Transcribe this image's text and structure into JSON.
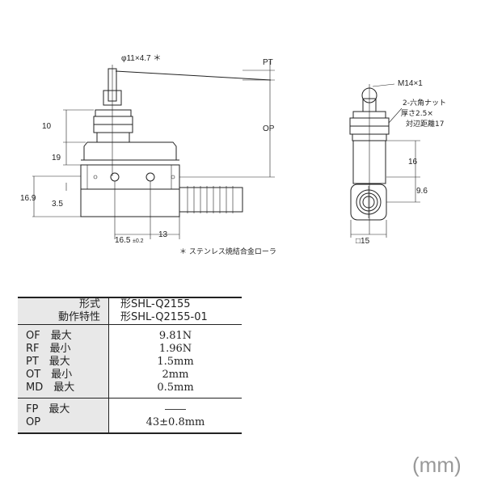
{
  "front_view": {
    "roller_dim": "φ11×4.7 ＊",
    "pt": "PT",
    "op": "OP",
    "dim_10": "10",
    "dim_19": "19",
    "dim_16_9": "16.9",
    "dim_3_5": "3.5",
    "dim_16_5": "16.5",
    "dim_16_5_tol": "±0.2",
    "dim_13": "13"
  },
  "side_view": {
    "thread": "M14×1",
    "nut_line1": "2-六角ナット",
    "nut_line2": "厚さ2.5×",
    "nut_line3": "対辺距離17",
    "dim_16": "16",
    "dim_9_6": "9.6",
    "dim_15": "□15"
  },
  "footnote": "＊ ステンレス焼結合金ローラ",
  "table": {
    "header_label_1": "形式",
    "header_label_2": "動作特性",
    "header_model_1": "形SHL-Q2155",
    "header_model_2": "形SHL-Q2155-01",
    "group1": [
      {
        "label": "OF　最大",
        "value": "9.81N"
      },
      {
        "label": "RF　最小",
        "value": "1.96N"
      },
      {
        "label": "PT　最大",
        "value": "1.5mm"
      },
      {
        "label": "OT　最小",
        "value": "2mm"
      },
      {
        "label": "MD　最大",
        "value": "0.5mm"
      }
    ],
    "group2": [
      {
        "label": "FP　最大",
        "value": "――"
      },
      {
        "label": "OP",
        "value": "43±0.8mm"
      }
    ]
  },
  "unit": "(mm)"
}
